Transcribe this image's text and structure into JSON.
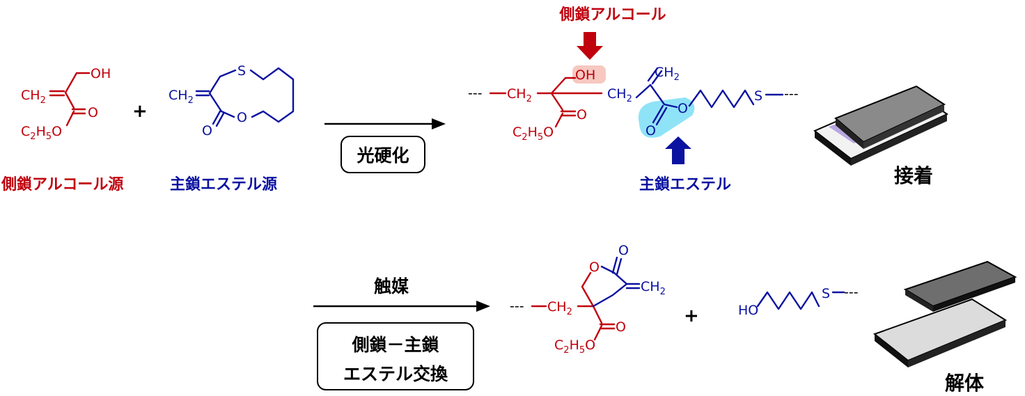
{
  "colors": {
    "alcohol_red": "#c0000c",
    "ester_blue": "#0a12a0",
    "highlight_pink": "#f6c8c0",
    "highlight_cyan": "#8fe3f7"
  },
  "reactants": {
    "alcohol_source_label": "側鎖アルコール源",
    "ester_source_label": "主鎖エステル源",
    "plus": "+"
  },
  "step1": {
    "condition": "光硬化"
  },
  "polymer": {
    "side_chain_alcohol_label": "側鎖アルコール",
    "main_chain_ester_label": "主鎖エステル"
  },
  "adhesion": {
    "label": "接着"
  },
  "step2": {
    "catalyst": "触媒",
    "condition_line1": "側鎖－主鎖",
    "condition_line2": "エステル交換"
  },
  "products": {
    "plus": "+"
  },
  "dismantle": {
    "label": "解体"
  },
  "atoms": {
    "OH": "OH",
    "O": "O",
    "S": "S",
    "HO": "HO",
    "CH": "CH",
    "H": "H",
    "C": "C",
    "two": "2",
    "five": "5",
    "dash": "---"
  }
}
